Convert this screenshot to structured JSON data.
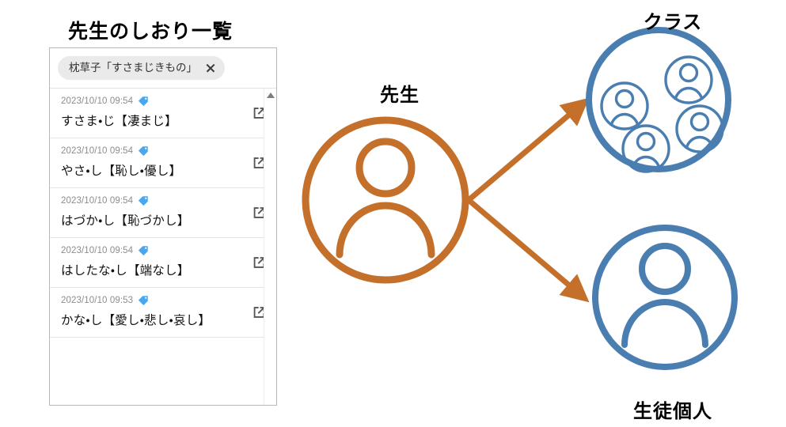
{
  "list": {
    "heading": "先生のしおり一覧",
    "search": {
      "chip_label": "枕草子「すさまじきもの」",
      "close_icon": "close-icon"
    },
    "scrollbar": {
      "up_arrow_icon": "scroll-up-arrow-icon"
    },
    "items": [
      {
        "date": "2023/10/10 09:54",
        "tag_icon": "tag-icon",
        "title": "すさま・じ【凄まじ】",
        "open_icon": "external-link-icon"
      },
      {
        "date": "2023/10/10 09:54",
        "tag_icon": "tag-icon",
        "title": "やさ・し【恥し・優し】",
        "open_icon": "external-link-icon"
      },
      {
        "date": "2023/10/10 09:54",
        "tag_icon": "tag-icon",
        "title": "はづか・し【恥づかし】",
        "open_icon": "external-link-icon"
      },
      {
        "date": "2023/10/10 09:54",
        "tag_icon": "tag-icon",
        "title": "はしたな・し【端なし】",
        "open_icon": "external-link-icon"
      },
      {
        "date": "2023/10/10 09:53",
        "tag_icon": "tag-icon",
        "title": "かな・し【愛し・悲し・哀し】",
        "open_icon": "external-link-icon"
      }
    ]
  },
  "diagram": {
    "teacher_label": "先生",
    "class_label": "クラス",
    "student_label": "生徒個人",
    "class_member_count": 4
  },
  "colors": {
    "orange": "#c4702a",
    "blue": "#4a7eb0",
    "tag_blue": "#49a7ee",
    "icon_gray": "#555555",
    "date_gray": "#8c8c8c",
    "chip_bg": "#eaeaea",
    "panel_border": "#b9b9b9"
  }
}
